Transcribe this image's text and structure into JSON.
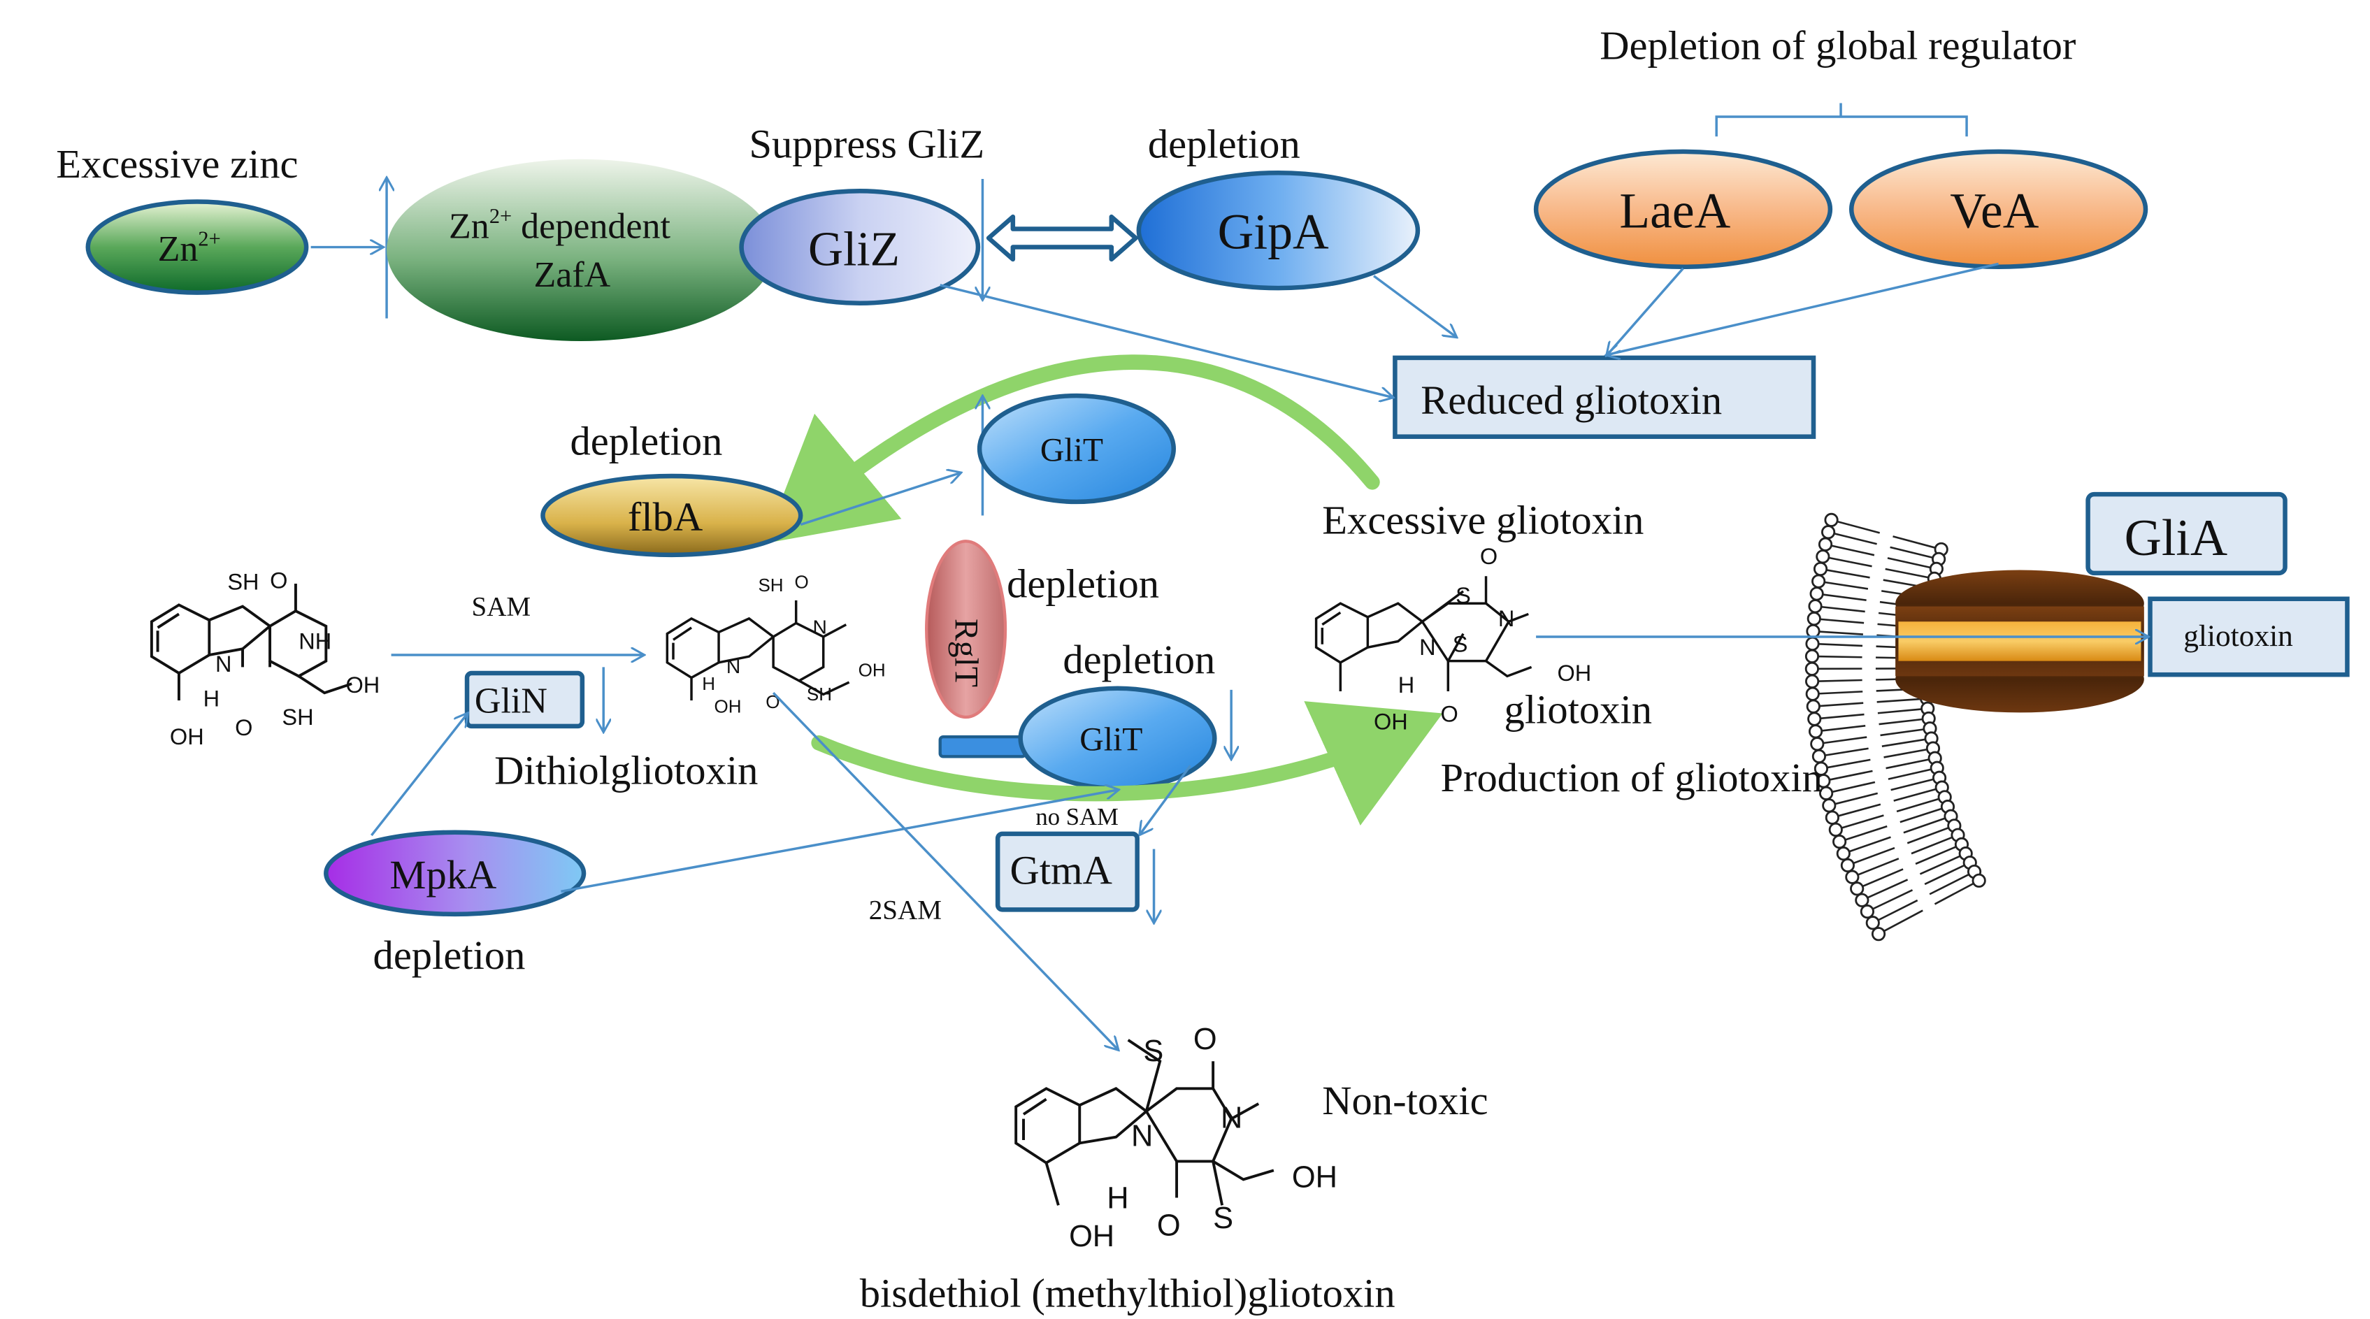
{
  "labels": {
    "depletion_global": "Depletion of global regulator",
    "excessive_zinc": "Excessive zinc",
    "suppress_gliz": "Suppress GliZ",
    "depletion_gipa": "depletion",
    "zn_base": "Zn",
    "zn_sup": "2+",
    "zafa_line1_pre": "Zn",
    "zafa_line1_sup": "2+",
    "zafa_line1_post": " dependent",
    "zafa_line2": "ZafA",
    "gliz": "GliZ",
    "gipa": "GipA",
    "laea": "LaeA",
    "vea": "VeA",
    "reduced_gliotoxin": "Reduced gliotoxin",
    "depletion_flba": "depletion",
    "flba": "flbA",
    "glit_top": "GliT",
    "excessive_gliotoxin": "Excessive gliotoxin",
    "glia": "GliA",
    "gliotoxin_export": "gliotoxin",
    "sam": "SAM",
    "glin": "GliN",
    "dithiolgliotoxin": "Dithiolgliotoxin",
    "rglt": "RglT",
    "depletion_rglt": "depletion",
    "depletion_glit": "depletion",
    "glit_mid": "GliT",
    "gliotoxin_mol": "gliotoxin",
    "production_of_gliotoxin": "Production of gliotoxin",
    "no_sam": "no SAM",
    "gtma": "GtmA",
    "two_sam": "2SAM",
    "mpka": "MpkA",
    "depletion_mpka": "depletion",
    "non_toxic": "Non-toxic",
    "bisdethiol": "bisdethiol (methylthiol)gliotoxin"
  },
  "chem": {
    "sh": "SH",
    "o": "O",
    "nh": "NH",
    "n": "N",
    "h": "H",
    "oh": "OH",
    "s": "S"
  },
  "colors": {
    "arrow_blue": "#4a8fc9",
    "frame_blue": "#1f5f8f",
    "green_arrow": "#8fd46a",
    "box_fill": "#dde8f4"
  },
  "icons": {
    "membrane": "lipid-bilayer-icon",
    "transporter": "membrane-transporter-icon"
  }
}
